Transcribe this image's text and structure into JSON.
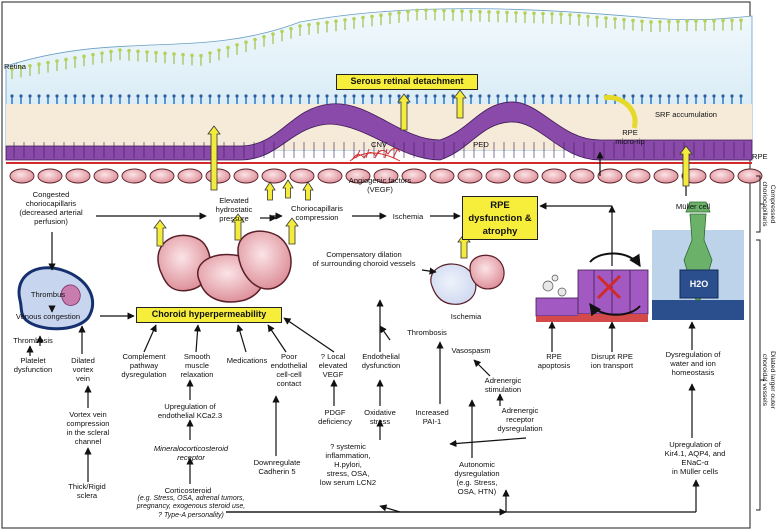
{
  "layers": {
    "retina": "Retina",
    "rpe": "RPE"
  },
  "side_labels": {
    "compressed": "Compressed\nchoriocapillaris",
    "dilated": "Dilated larger outer\nchoroidal vessels"
  },
  "key_boxes": {
    "serous": "Serous retinal detachment",
    "rpe_dysfunction": "RPE\ndysfunction &\natrophy",
    "choroid_hyper": "Choroid hyperpermeability"
  },
  "labels": {
    "cnv": "CNV",
    "ped": "PED",
    "rpe_microrip": "RPE\nmicro-rip",
    "srf": "SRF accumulation",
    "angiogenic": "Angiogenic factors\n(VEGF)",
    "congested": "Congested\nchoriocapillaris\n(decreased arterial\nperfusion)",
    "elevated_hydro": "Elevated\nhydrostatic\npressure",
    "cc_compression": "Choriocapillaris\ncompression",
    "ischemia_top": "Ischemia",
    "muller": "Müller cell",
    "thrombus": "Thrombus",
    "h2o": "H2O",
    "compensatory": "Compensatory dilation\nof surrounding choroid vessels",
    "venous_congestion": "Venous congestion",
    "thrombosis_left": "Thrombosis",
    "platelet": "Platelet\ndysfunction",
    "dilated_vortex": "Dilated\nvortex\nvein",
    "complement": "Complement\npathway\ndysregulation",
    "smooth_muscle": "Smooth\nmuscle\nrelaxation",
    "medications": "Medications",
    "poor_contact": "Poor\nendothelial\ncell-cell\ncontact",
    "local_vegf": "? Local\nelevated\nVEGF",
    "endothelial_dys": "Endothelial\ndysfunction",
    "ischemia_mid": "Ischemia",
    "thrombosis_mid": "Thrombosis",
    "vasospasm": "Vasospasm",
    "rpe_apoptosis": "RPE\napoptosis",
    "disrupt_rpe": "Disrupt RPE\nion transport",
    "dysreg_water": "Dysregulation of\nwater and ion\nhomeostasis",
    "adrenergic_stim": "Adrenergic\nstimulation",
    "upregulation_kca": "Upregulation of\nendothelial KCa2.3",
    "pdgf": "PDGF\ndeficiency",
    "oxidative": "Oxidative\nstress",
    "increased_pai": "Increased\nPAI-1",
    "adrenergic_receptor": "Adrenergic\nreceptor\ndysregulation",
    "vortex_compression": "Vortex vein\ncompression\nin the scleral\nchannel",
    "mineralocorticoid": "Mineralocorticosteroid\nreceptor",
    "downregulate": "Downregulate\nCadherin 5",
    "systemic": "? systemic\ninflammation,\nH.pylori,\nstress, OSA,\nlow serum LCN2",
    "autonomic": "Autonomic\ndysregulation\n(e.g. Stress,\nOSA, HTN)",
    "upregulation_kir": "Upregulation of\nKir4.1, AQP4, and\nENaC-α\nin Müller cells",
    "thick_sclera": "Thick/Rigid\nsclera",
    "corticosteroid": "Corticosteroid",
    "corticosteroid_eg": "(e.g. Stress, OSA, adrenal tumors,\npregnancy, exogenous steroid use,\n? Type-A personality)"
  },
  "colors": {
    "box_fill": "#f6ee3a",
    "rpe_purple": "#7b3f9a",
    "retina_blue": "#dff0f8",
    "rod_blue": "#3d7ec4",
    "vessel_pink": "#e8a0a8",
    "membrane_red": "#d22a2a",
    "srf_fill": "#f6ebd9",
    "arrow_yellow": "#f4ec3c"
  }
}
